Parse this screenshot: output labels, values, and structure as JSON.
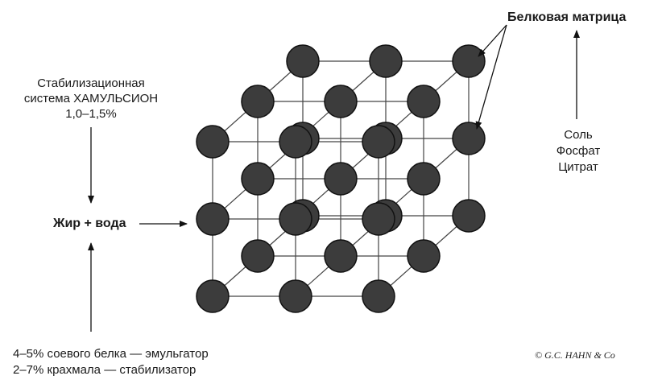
{
  "labels": {
    "stabilization_line1": "Стабилизационная",
    "stabilization_line2": "система ХАМУЛЬСИОН",
    "stabilization_line3": "1,0–1,5%",
    "fat_water": "Жир + вода",
    "protein_matrix": "Белковая матрица",
    "salt": "Соль",
    "phosphate": "Фосфат",
    "citrate": "Цитрат",
    "soy_line": "4–5% соевого белка — эмульгатор",
    "starch_line": "2–7% крахмала — стабилизатор",
    "copyright": "© G.C. HAHN & Co"
  },
  "colors": {
    "node_fill": "#3c3c3c",
    "node_stroke": "#111111",
    "lattice_line": "#444444",
    "arrow": "#111111"
  },
  "lattice": {
    "layers": 3,
    "rows": 3,
    "columns": 3,
    "node_count": 27
  }
}
